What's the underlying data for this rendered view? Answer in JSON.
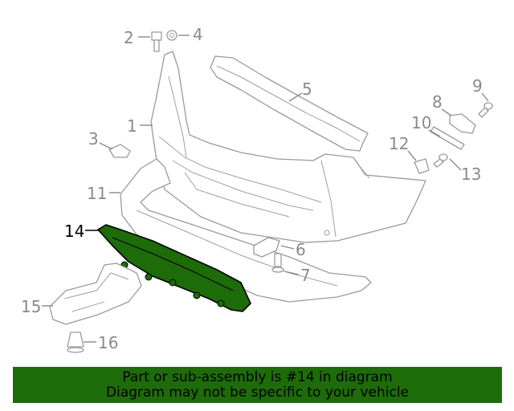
{
  "colors": {
    "highlight_part": "#1e6b0a",
    "banner_background": "#1e6b0a",
    "line_gray": "#8a8a8a",
    "highlight_label": "#000000"
  },
  "diagram": {
    "callouts": [
      {
        "id": "2",
        "label": "2"
      },
      {
        "id": "4",
        "label": "4"
      },
      {
        "id": "5",
        "label": "5"
      },
      {
        "id": "9",
        "label": "9"
      },
      {
        "id": "8",
        "label": "8"
      },
      {
        "id": "1",
        "label": "1"
      },
      {
        "id": "10",
        "label": "10"
      },
      {
        "id": "3",
        "label": "3"
      },
      {
        "id": "12",
        "label": "12"
      },
      {
        "id": "13",
        "label": "13"
      },
      {
        "id": "11",
        "label": "11"
      },
      {
        "id": "14",
        "label": "14",
        "highlighted": true
      },
      {
        "id": "6",
        "label": "6"
      },
      {
        "id": "7",
        "label": "7"
      },
      {
        "id": "15",
        "label": "15"
      },
      {
        "id": "16",
        "label": "16"
      }
    ],
    "highlighted_part": "14"
  },
  "banner": {
    "line1": "Part or sub-assembly is #14 in diagram",
    "line2": "Diagram may not be specific to your vehicle"
  }
}
